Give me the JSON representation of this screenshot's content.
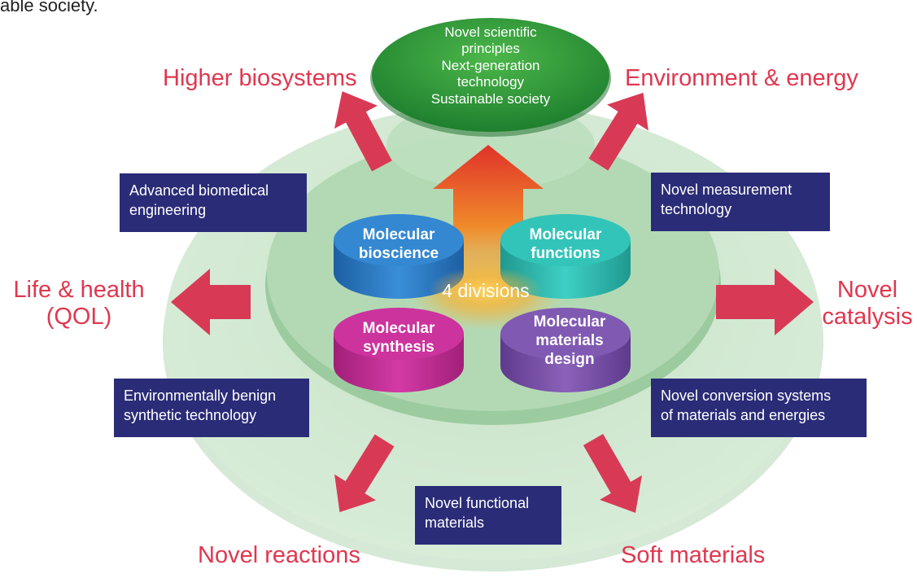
{
  "intro_text": "able society.",
  "goal": {
    "lines": [
      "Novel scientific",
      "principles",
      "Next-generation",
      "technology",
      "Sustainable society"
    ]
  },
  "outcomes": {
    "higher_biosystems": "Higher biosystems",
    "environment_energy": "Environment & energy",
    "life_health_line1": "Life & health",
    "life_health_line2": "(QOL)",
    "novel_catalysis_line1": "Novel",
    "novel_catalysis_line2": "catalysis",
    "novel_reactions": "Novel reactions",
    "soft_materials": "Soft materials"
  },
  "boxes": {
    "advanced_biomedical": [
      "Advanced biomedical",
      "engineering"
    ],
    "novel_measurement": [
      "Novel measurement",
      "technology"
    ],
    "environmentally_benign": [
      "Environmentally benign",
      "synthetic technology"
    ],
    "novel_conversion": [
      "Novel conversion systems",
      "of materials and energies"
    ],
    "novel_functional": [
      "Novel functional",
      "materials"
    ]
  },
  "divisions": {
    "center_label": "4 divisions",
    "bioscience": [
      "Molecular",
      "bioscience"
    ],
    "functions": [
      "Molecular",
      "functions"
    ],
    "synthesis": [
      "Molecular",
      "synthesis"
    ],
    "materials_design": [
      "Molecular",
      "materials",
      "design"
    ]
  },
  "colors": {
    "outer_disk": "#d6ead6",
    "inner_disk": "#a9d3ab",
    "arrow_red": "#d83a55",
    "box_navy": "#2a2c77",
    "text_red": "#e0374f",
    "goal_green": "#2f9a3a",
    "cyl_blue": "#2a7fc8",
    "cyl_teal": "#2fbdb3",
    "cyl_magenta": "#c72e98",
    "cyl_purple": "#7a52a8"
  }
}
